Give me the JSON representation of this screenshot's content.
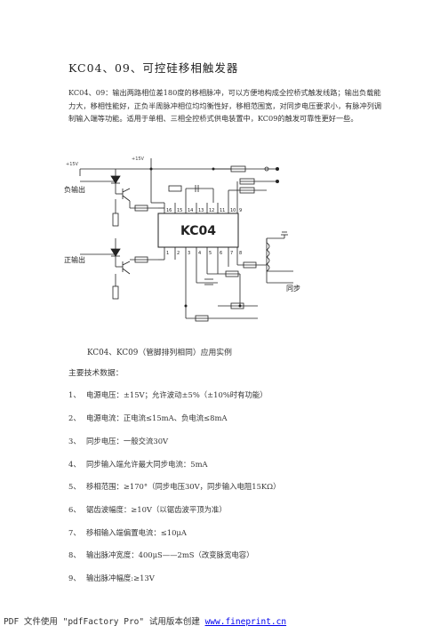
{
  "title": "KC04、09、可控硅移相触发器",
  "intro": "KC04、09：输出两路相位差180度的移相脉冲，可以方便地构成全控桥式触发线路；输出负载能力大，移相性能好，正负半周脉冲相位均均衡性好，移相范围宽，对同步电压要求小，有脉冲列调制输入端等功能。适用于单相、三相全控桥式供电装置中，KC09的触发可靠性更好一些。",
  "schematic": {
    "chip_label": "KC04",
    "neg_output_label": "负输出",
    "pos_output_label": "正输出",
    "sync_label": "同步",
    "supply_label": "+15V",
    "supply_label_left": "+15V",
    "pin_top": [
      "16",
      "15",
      "14",
      "13",
      "12",
      "11",
      "10",
      "9"
    ],
    "pin_bottom": [
      "1",
      "2",
      "3",
      "4",
      "5",
      "6",
      "7",
      "8"
    ]
  },
  "caption": "KC04、KC09（管脚排列相同）应用实例",
  "params_title": "主要技术数据：",
  "params": [
    {
      "num": "1、",
      "text": "电源电压：±15V；允许波动±5%（±10%时有功能）"
    },
    {
      "num": "2、",
      "text": "电源电流：正电流≤15mA、负电流≤8mA"
    },
    {
      "num": "3、",
      "text": "同步电压：一般交流30V"
    },
    {
      "num": "4、",
      "text": "同步输入端允许最大同步电流：5mA"
    },
    {
      "num": "5、",
      "text": "移相范围：≥170°（同步电压30V，同步输入电阻15KΩ）"
    },
    {
      "num": "6、",
      "text": "锯齿波幅度：≥10V（以锯齿波平顶为准）"
    },
    {
      "num": "7、",
      "text": "移相输入端偏置电流：≤10μA"
    },
    {
      "num": "8、",
      "text": "输出脉冲宽度：400μS——2mS（改变脉宽电容）"
    },
    {
      "num": "9、",
      "text": "输出脉冲幅度:≥13V"
    }
  ],
  "footer": {
    "text": "PDF 文件使用 \"pdfFactory Pro\" 试用版本创建 ",
    "link": "www.fineprint.cn"
  }
}
